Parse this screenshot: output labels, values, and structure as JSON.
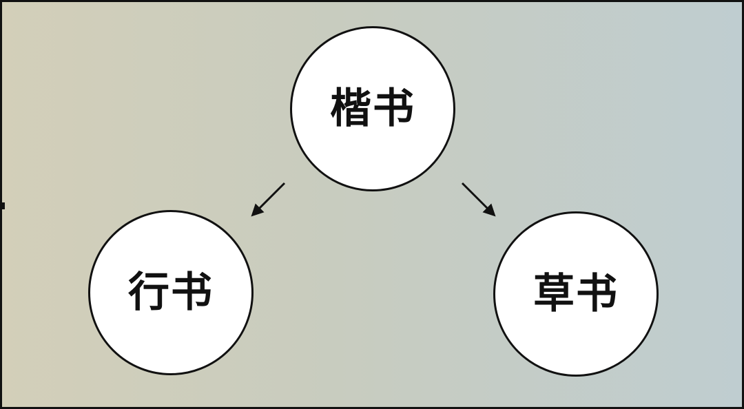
{
  "nodes": {
    "top": {
      "label": "楷书"
    },
    "left": {
      "label": "行书"
    },
    "right": {
      "label": "草书"
    }
  },
  "colors": {
    "background_left": "#d3cfb9",
    "background_right": "#bfcdd0",
    "node_fill": "#ffffff",
    "outline": "#111111"
  }
}
